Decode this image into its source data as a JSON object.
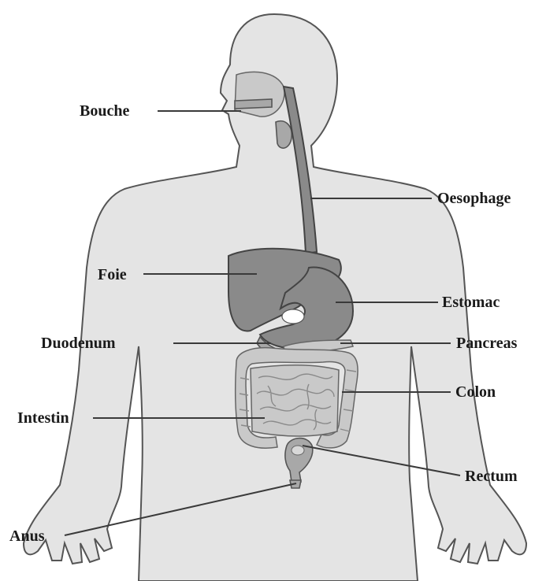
{
  "labels": {
    "bouche": "Bouche",
    "oesophage": "Oesophage",
    "foie": "Foie",
    "estomac": "Estomac",
    "duodenum": "Duodenum",
    "pancreas": "Pancreas",
    "colon": "Colon",
    "intestin": "Intestin",
    "rectum": "Rectum",
    "anus": "Anus"
  }
}
